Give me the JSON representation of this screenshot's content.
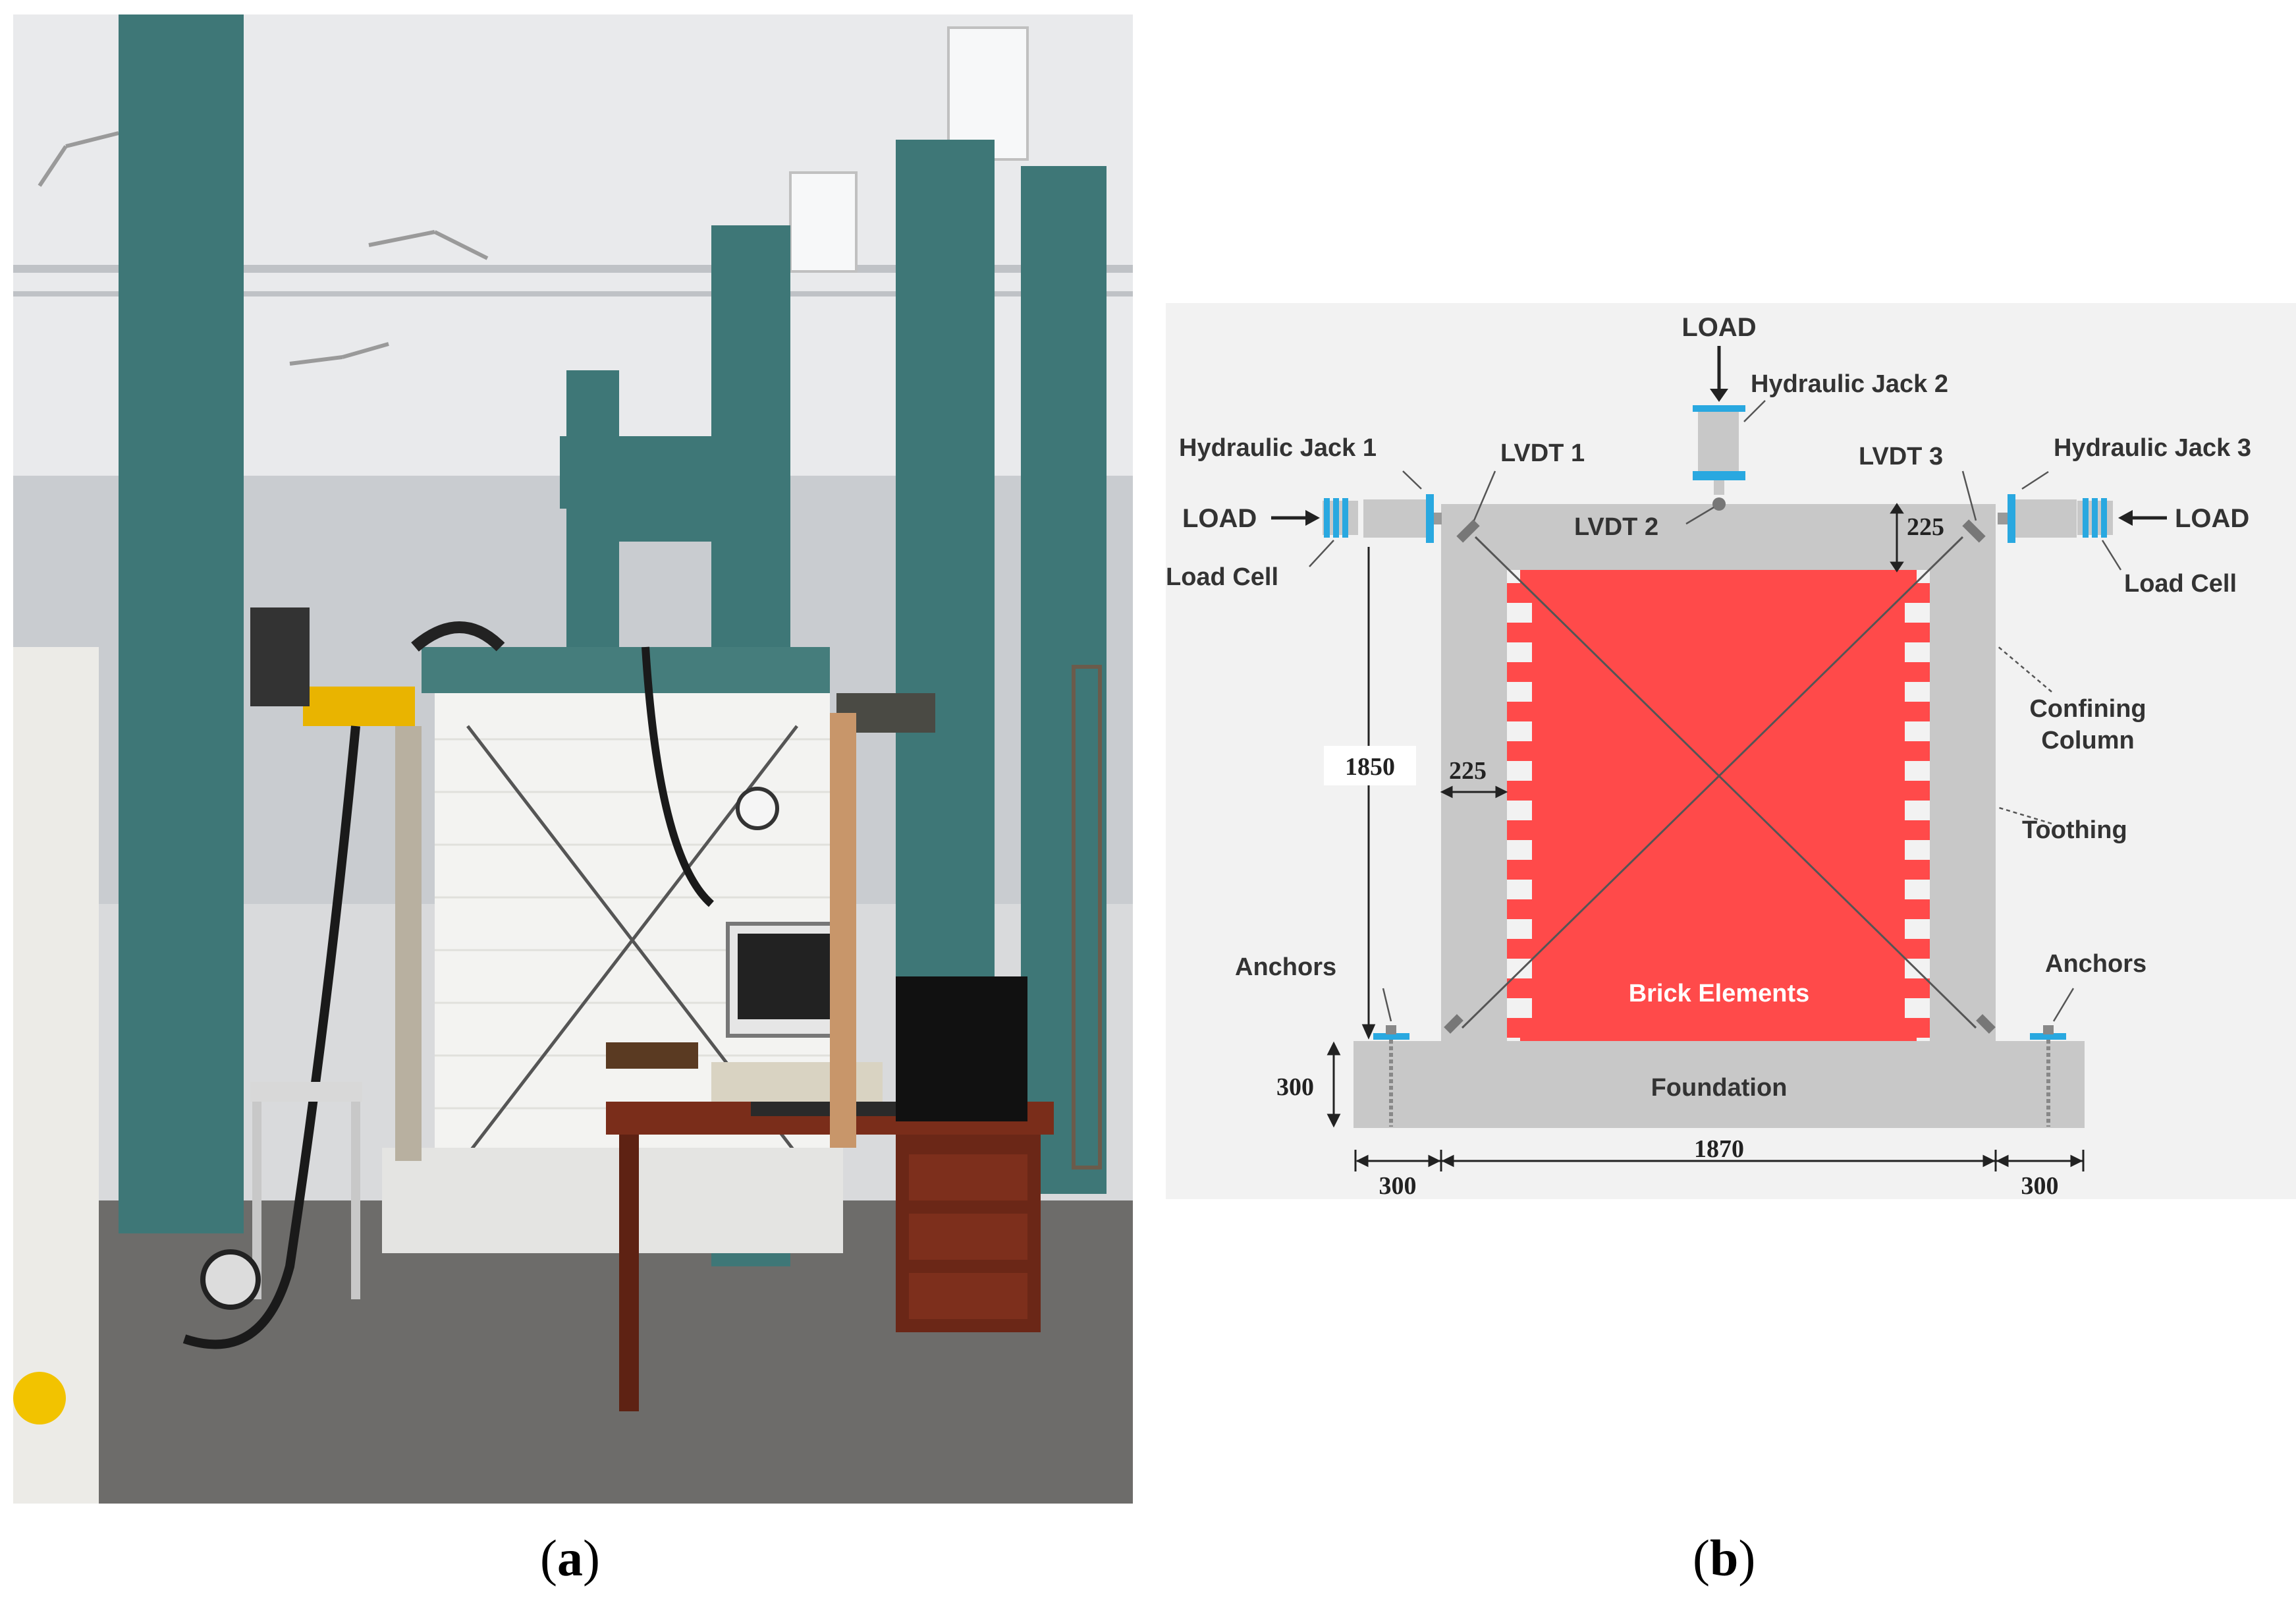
{
  "captions": {
    "a": "a",
    "b": "b"
  },
  "photo": {
    "description_hidden": ""
  },
  "diagram": {
    "labels": {
      "load_top": "LOAD",
      "jack2": "Hydraulic Jack 2",
      "jack1": "Hydraulic Jack 1",
      "jack3": "Hydraulic Jack 3",
      "lvdt1": "LVDT 1",
      "lvdt2": "LVDT 2",
      "lvdt3": "LVDT 3",
      "load_left": "LOAD",
      "load_right": "LOAD",
      "load_cell_left": "Load Cell",
      "load_cell_right": "Load Cell",
      "confining_column_1": "Confining",
      "confining_column_2": "Column",
      "toothing": "Toothing",
      "anchors_left": "Anchors",
      "anchors_right": "Anchors",
      "brick_elements": "Brick Elements",
      "foundation": "Foundation"
    },
    "dimensions": {
      "top_beam": "225",
      "column_width": "225",
      "height": "1850",
      "foundation_height": "300",
      "left_overhang": "300",
      "span": "1870",
      "right_overhang": "300"
    },
    "colors": {
      "background": "#f2f2f2",
      "concrete": "#c8c8c8",
      "brick": "#ff4a4a",
      "jack_blue": "#29a8e0"
    }
  }
}
